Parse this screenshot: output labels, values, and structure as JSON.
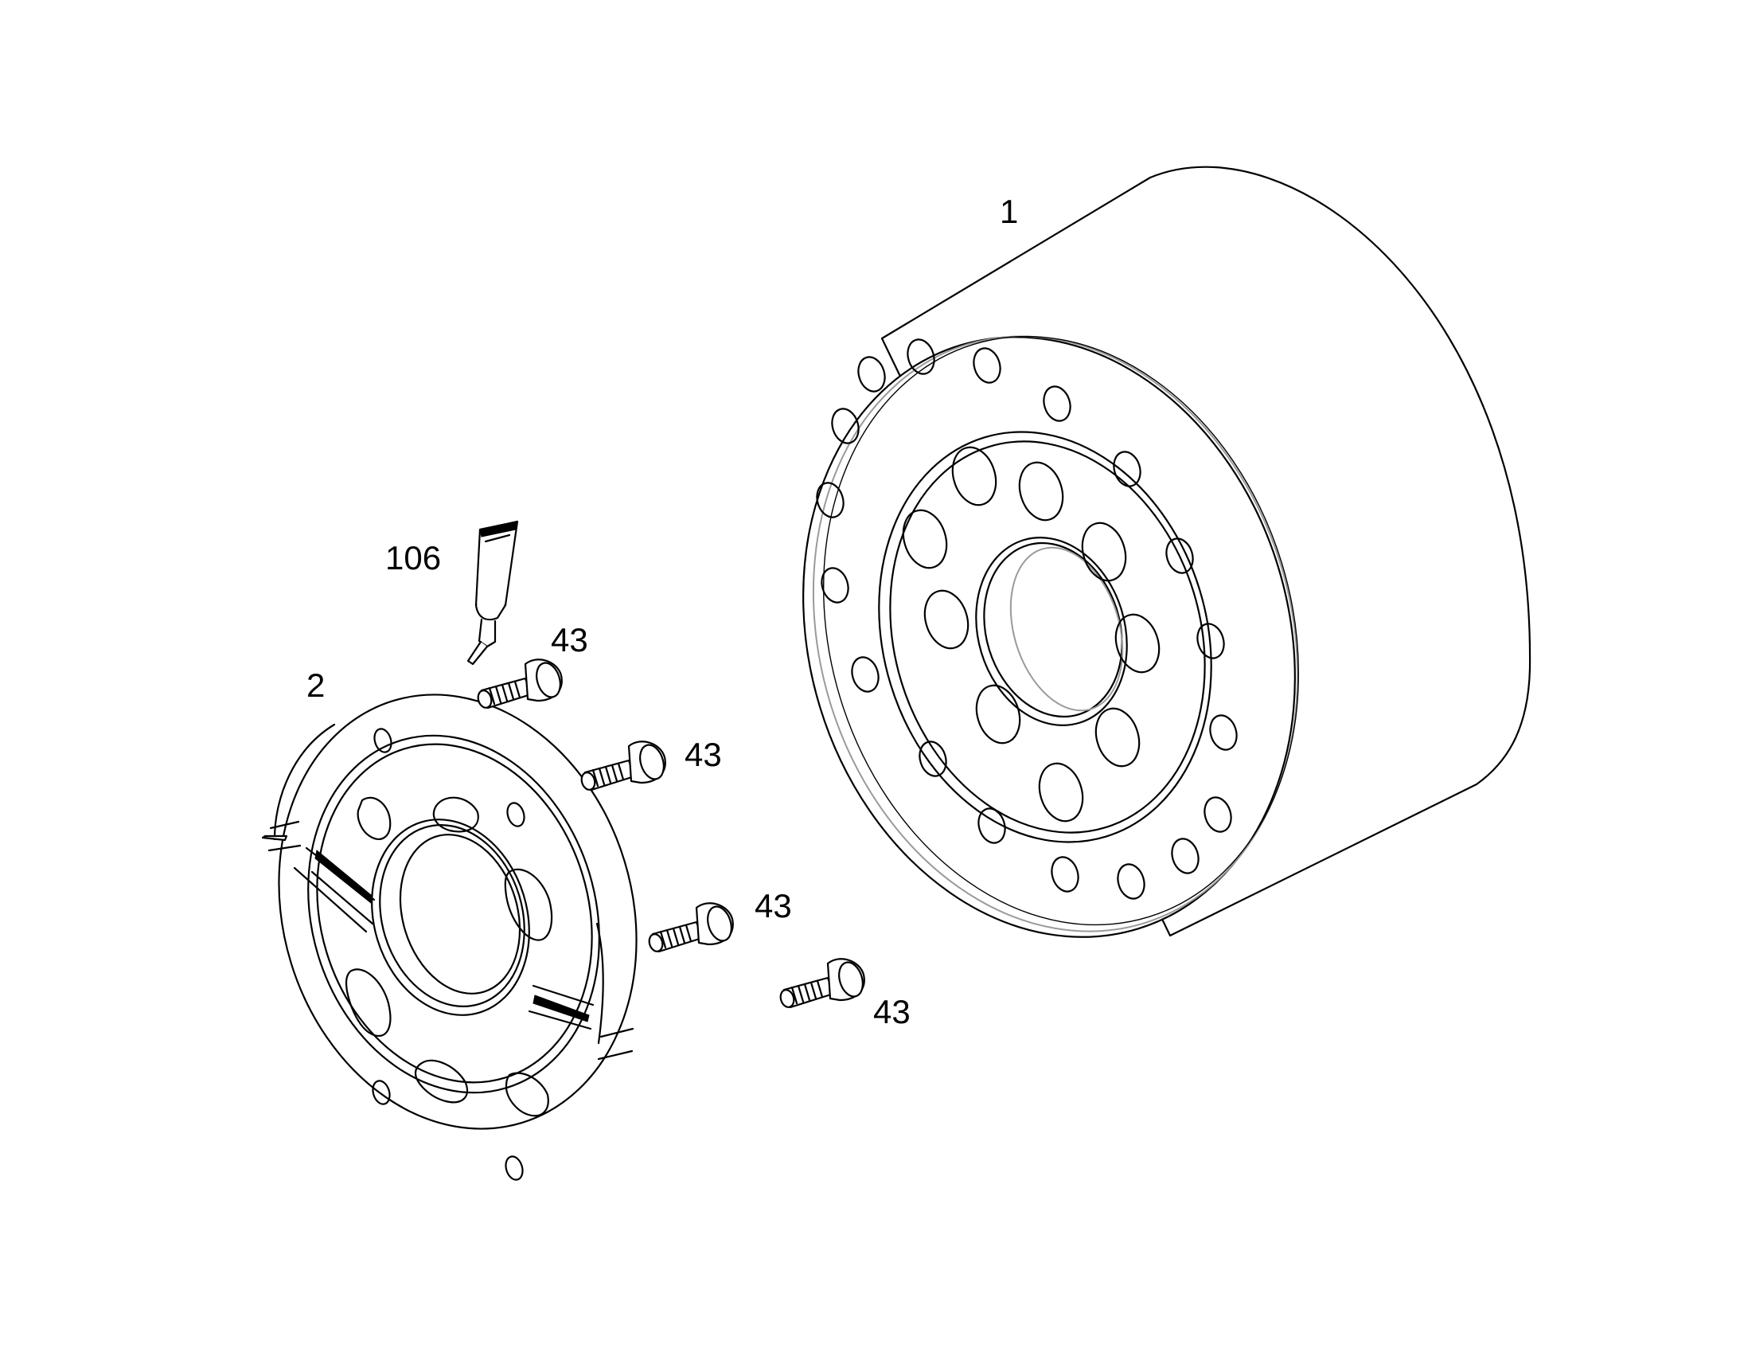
{
  "callouts": {
    "part_1": "1",
    "part_2": "2",
    "part_106": "106",
    "part_43_a": "43",
    "part_43_b": "43",
    "part_43_c": "43",
    "part_43_d": "43"
  },
  "colors": {
    "line": "#000000",
    "background": "#ffffff"
  }
}
